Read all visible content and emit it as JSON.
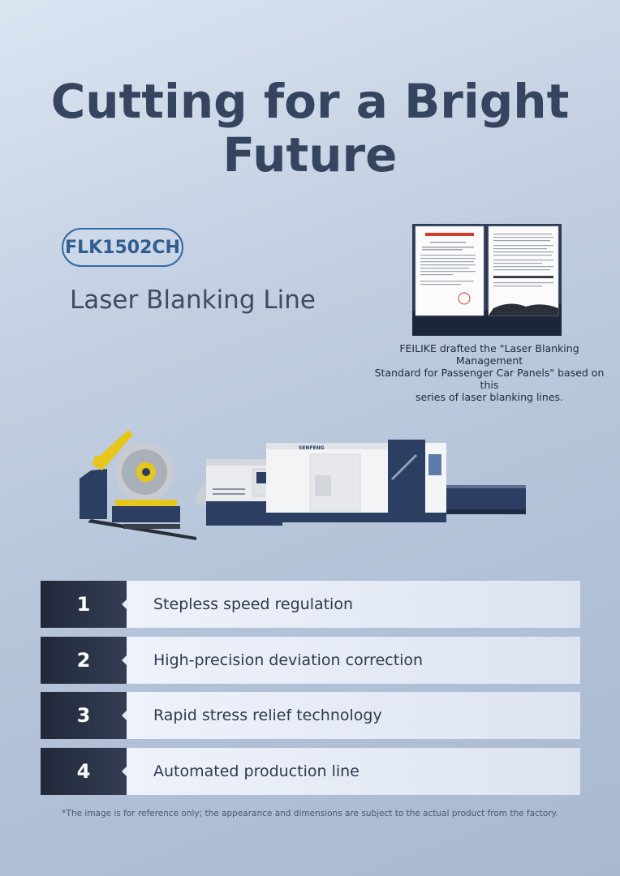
{
  "header": {
    "title_line1": "Cutting for a Bright",
    "title_line2": "Future"
  },
  "product": {
    "model": "FLK1502CH",
    "name": "Laser Blanking Line"
  },
  "certificate": {
    "caption_line1": "FEILIKE drafted the \"Laser Blanking Management",
    "caption_line2": "Standard for Passenger Car Panels\" based on this",
    "caption_line3": "series of laser blanking lines."
  },
  "machine": {
    "brand": "SENFENG"
  },
  "features": [
    {
      "number": "1",
      "label": "Stepless speed regulation"
    },
    {
      "number": "2",
      "label": "High-precision deviation correction"
    },
    {
      "number": "3",
      "label": "Rapid stress relief technology"
    },
    {
      "number": "4",
      "label": "Automated production line"
    }
  ],
  "footer": {
    "note": "*The image is for reference only; the appearance and dimensions are subject to the actual product from the factory."
  }
}
